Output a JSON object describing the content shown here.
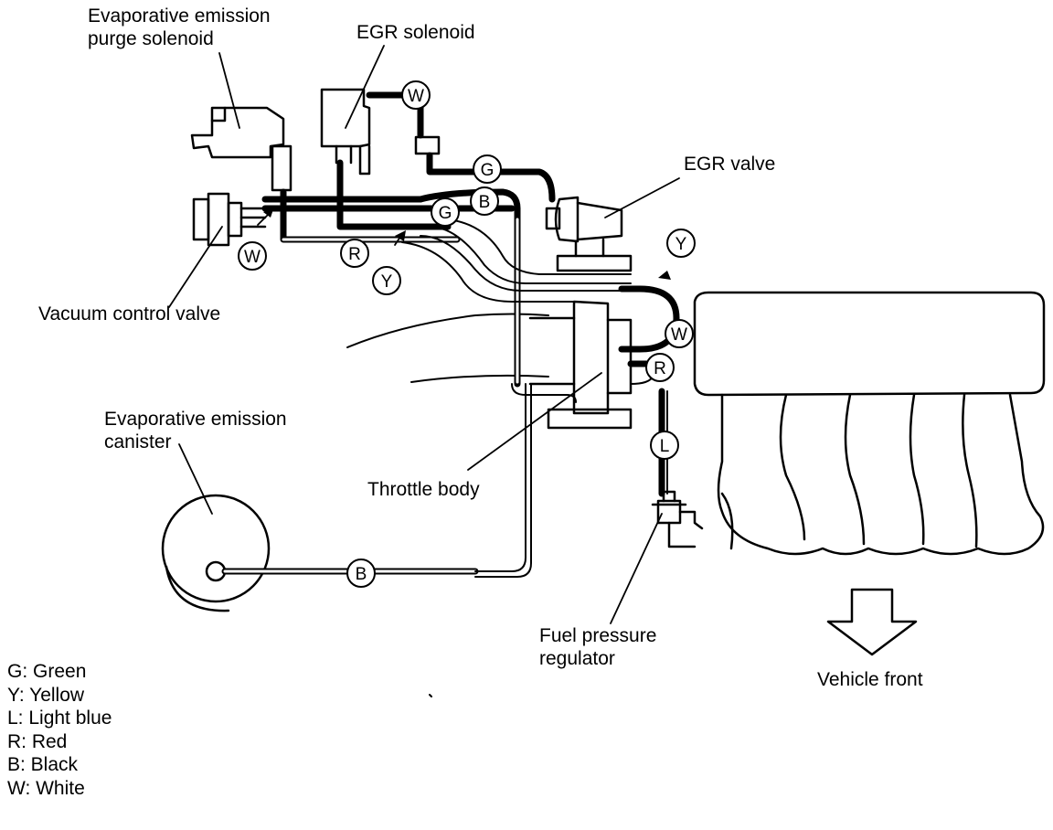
{
  "labels": {
    "purge_solenoid_l1": "Evaporative emission",
    "purge_solenoid_l2": "purge solenoid",
    "egr_solenoid": "EGR solenoid",
    "egr_valve": "EGR valve",
    "vacuum_control_valve": "Vacuum control valve",
    "canister_l1": "Evaporative emission",
    "canister_l2": "canister",
    "throttle_body": "Throttle body",
    "fuel_reg_l1": "Fuel pressure",
    "fuel_reg_l2": "regulator",
    "vehicle_front": "Vehicle front"
  },
  "tags": {
    "w_top": "W",
    "g_top": "G",
    "b_top": "B",
    "g_mid": "G",
    "w_left": "W",
    "r_left": "R",
    "y_left": "Y",
    "y_right": "Y",
    "w_right": "W",
    "r_right": "R",
    "l_right": "L",
    "b_bottom": "B"
  },
  "legend": [
    "G: Green",
    "Y: Yellow",
    "L: Light blue",
    "R: Red",
    "B: Black",
    "W: White"
  ]
}
